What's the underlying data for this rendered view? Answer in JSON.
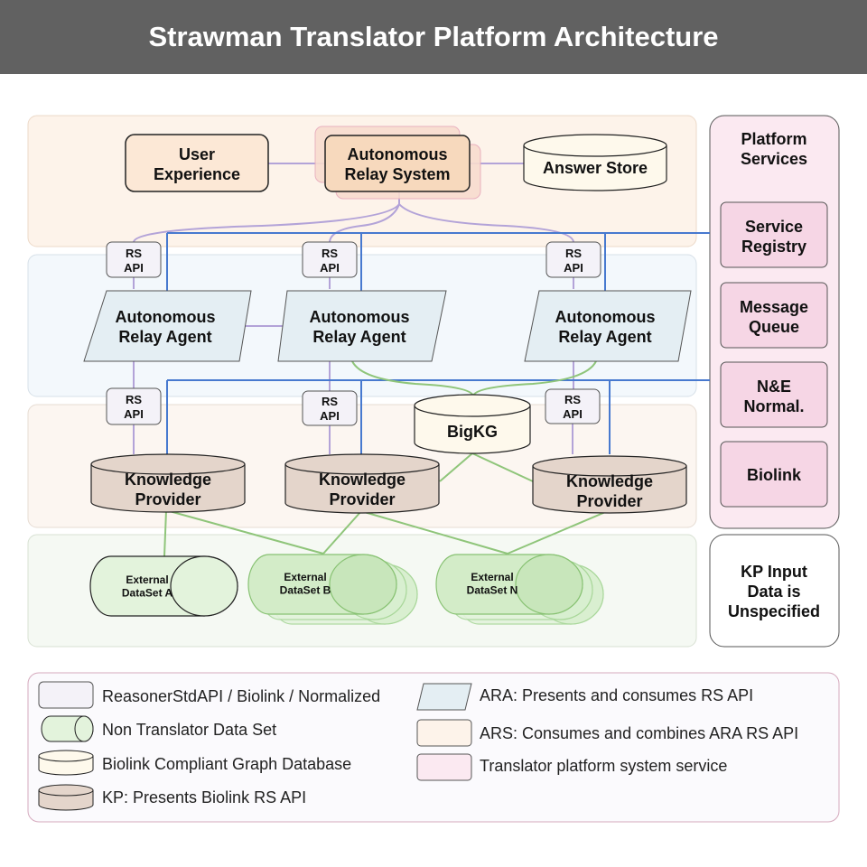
{
  "title": "Strawman Translator Platform Architecture",
  "colors": {
    "ars_band": "#fdf3ea",
    "ara_band": "#f3f8fc",
    "kp_band": "#fcf6f1",
    "dataset_band": "#f5f9f3",
    "platform_panel": "#fbe9f1",
    "service_box": "#f6d6e5",
    "blue_line": "#4779cf",
    "purple_line": "#b3a3d8",
    "green_line": "#8fc57a",
    "kp_cylinder": "#e4d5cb",
    "bigkg_cylinder": "#fef9ec",
    "dataset_cylinder": "#e3f3dc",
    "ara_shape": "#e4eef3",
    "rs_api_box": "#f4f2f8"
  },
  "nodes": {
    "user_experience": "User\nExperience",
    "ars": "Autonomous\nRelay System",
    "answer_store": "Answer Store",
    "rs_api": "RS\nAPI",
    "ara": "Autonomous\nRelay Agent",
    "bigkg": "BigKG",
    "kp": "Knowledge\nProvider",
    "dataset_a": "External\nDataSet A",
    "dataset_b": "External\nDataSet B",
    "dataset_n": "External\nDataSet N"
  },
  "platform": {
    "title": "Platform\nServices",
    "services": [
      "Service\nRegistry",
      "Message\nQueue",
      "N&E\nNormal.",
      "Biolink"
    ]
  },
  "kp_input_note": "KP Input\nData is\nUnspecified",
  "legend": {
    "left": [
      "ReasonerStdAPI / Biolink / Normalized",
      "Non Translator Data Set",
      "Biolink Compliant Graph Database",
      "KP: Presents Biolink RS API"
    ],
    "right": [
      "ARA: Presents and consumes RS API",
      "ARS: Consumes and combines ARA RS API",
      "Translator platform system service"
    ]
  }
}
